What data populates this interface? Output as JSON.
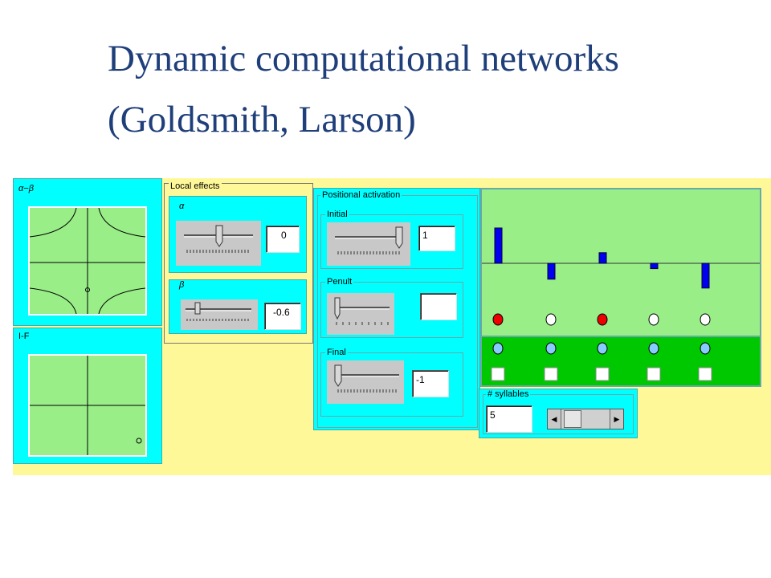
{
  "slide": {
    "title_line1": "Dynamic computational networks",
    "title_line2": "(Goldsmith, Larson)"
  },
  "colors": {
    "app_background": "#fff899",
    "panel": "#00ffff",
    "plot_green": "#99ee88",
    "dark_green": "#00c800",
    "bar_blue": "#0000ee",
    "active_red": "#ee0000",
    "title_blue": "#1f3f7a"
  },
  "left_panels": {
    "alpha_beta_label": "α−β",
    "if_label": "I-F"
  },
  "local_effects": {
    "label": "Local effects",
    "alpha": {
      "label": "α",
      "value": "0"
    },
    "beta": {
      "label": "β",
      "value": "-0.6"
    }
  },
  "positional_activation": {
    "label": "Positional activation",
    "initial": {
      "label": "Initial",
      "value": "1"
    },
    "penult": {
      "label": "Penult",
      "value": ""
    },
    "final": {
      "label": "Final",
      "value": "-1"
    }
  },
  "network": {
    "syllables": 5,
    "activations": [
      1.0,
      -0.45,
      0.3,
      -0.15,
      -0.7
    ],
    "node_states": [
      "red",
      "white",
      "red",
      "white",
      "white"
    ],
    "input_nodes": [
      "lightblue",
      "lightblue",
      "lightblue",
      "lightblue",
      "lightblue"
    ],
    "output_boxes": [
      "white",
      "white",
      "white",
      "white",
      "white"
    ]
  },
  "syllables_control": {
    "label": "# syllables",
    "value": "5"
  }
}
